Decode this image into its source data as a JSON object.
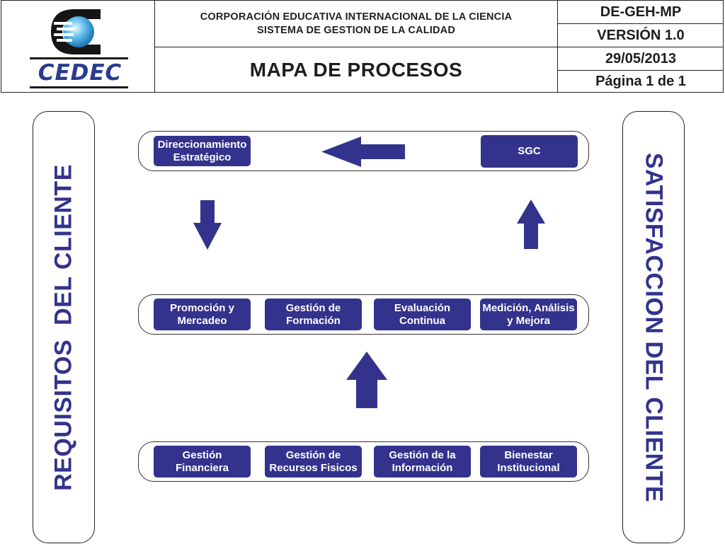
{
  "header": {
    "logo_text": "CEDEC",
    "org_line1": "CORPORACIÓN EDUCATIVA INTERNACIONAL DE LA CIENCIA",
    "org_line2": "SISTEMA DE GESTION DE LA CALIDAD",
    "doc_title": "MAPA DE PROCESOS",
    "code": "DE-GEH-MP",
    "version": "VERSIÓN 1.0",
    "date": "29/05/2013",
    "page": "Página 1 de 1"
  },
  "left_panel": {
    "label": "REQUISITOS  DEL CLIENTE"
  },
  "right_panel": {
    "label": "SATISFACCION DEL CLIENTE"
  },
  "strategic": {
    "items": [
      {
        "line1": "Direccionamiento",
        "line2": "Estratégico"
      },
      {
        "line1": "SGC",
        "line2": ""
      }
    ]
  },
  "mission": {
    "items": [
      {
        "line1": "Promoción y",
        "line2": "Mercadeo"
      },
      {
        "line1": "Gestión de",
        "line2": "Formación"
      },
      {
        "line1": "Evaluación",
        "line2": "Continua"
      },
      {
        "line1": "Medición, Análisis",
        "line2": "y Mejora"
      }
    ]
  },
  "support": {
    "items": [
      {
        "line1": "Gestión",
        "line2": "Financiera"
      },
      {
        "line1": "Gestión de",
        "line2": "Recursos Fisicos"
      },
      {
        "line1": "Gestión de la",
        "line2": "Información"
      },
      {
        "line1": "Bienestar",
        "line2": "Institucional"
      }
    ]
  },
  "colors": {
    "process_fill": "#33338d",
    "panel_text": "#33338d",
    "logo_text": "#2a3b8f",
    "logo_sphere": "#4fb4e8"
  }
}
